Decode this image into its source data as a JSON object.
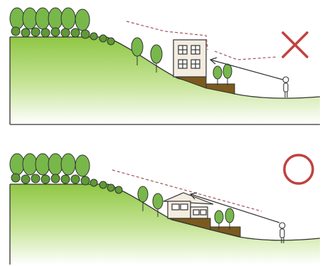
{
  "panels": [
    {
      "id": "bad-example",
      "verdict": "wrong",
      "verdict_symbol": "cross",
      "building": "tall-boxy-building",
      "sightline": "blocked"
    },
    {
      "id": "good-example",
      "verdict": "correct",
      "verdict_symbol": "circle",
      "building": "low-pitched-roof-house",
      "sightline": "clear-over-roof"
    }
  ],
  "colors": {
    "cross_mark": "#c0423f",
    "circle_mark": "#c0423f",
    "grass_light": "#d9efb4",
    "grass_dark": "#8bc34a",
    "tree_leaf": "#78b84a",
    "tree_leaf_dark": "#5e9a35",
    "slope_soil": "#7a5a1e",
    "outline": "#333333",
    "sightline_dash": "#a0525a",
    "building_fill": "#f3ece0"
  }
}
